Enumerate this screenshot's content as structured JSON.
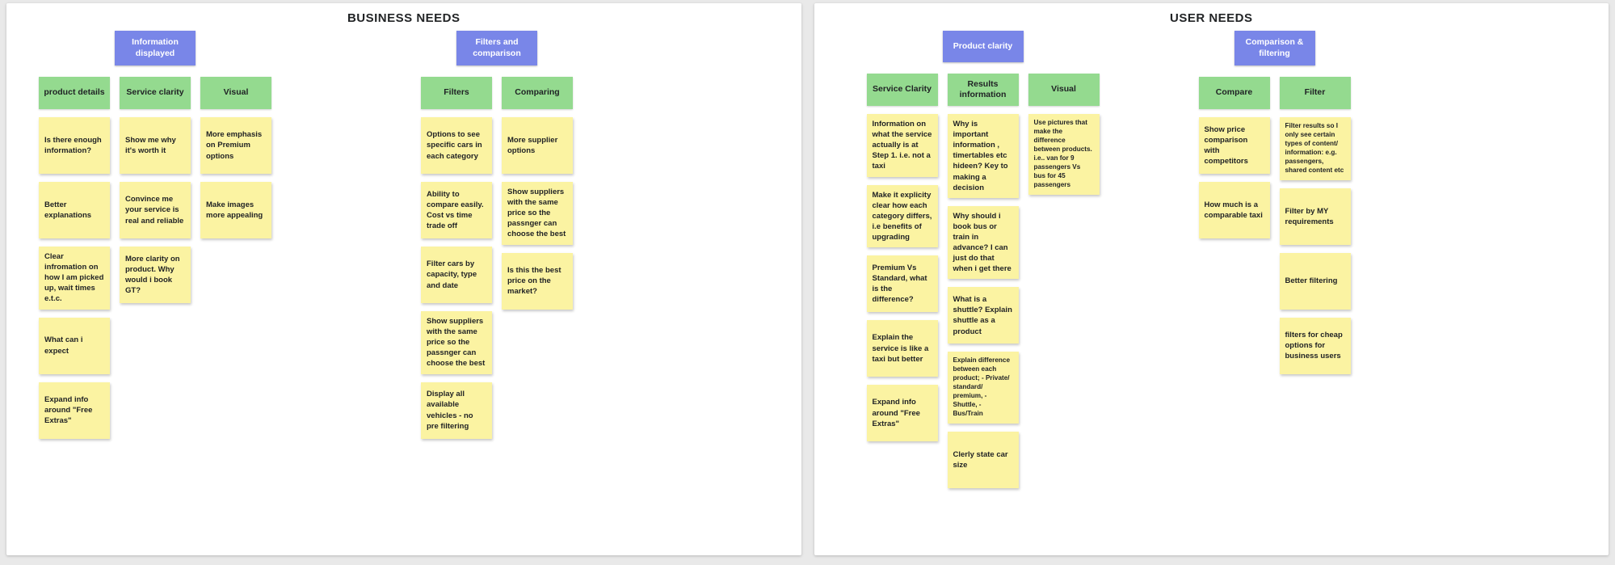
{
  "board": {
    "background_color": "#e9e9e9",
    "category_color": "#7986e8",
    "subcategory_color": "#94da8f",
    "note_color": "#fbf3a2"
  },
  "panels": [
    {
      "title": "BUSINESS NEEDS",
      "clusters": [
        {
          "category": "Information displayed",
          "columns": [
            {
              "subcategory": "product details",
              "notes": [
                "Is there enough information?",
                "Better explanations",
                "Clear infromation on how I am picked up, wait times e.t.c.",
                "What can i expect",
                "Expand info around \"Free Extras\""
              ]
            },
            {
              "subcategory": "Service clarity",
              "notes": [
                "Show me why it's worth it",
                "Convince me your service is real and reliable",
                "More clarity on product. Why would i book GT?"
              ]
            },
            {
              "subcategory": "Visual",
              "notes": [
                "More emphasis on Premium options",
                "Make images more appealing"
              ]
            }
          ]
        },
        {
          "category": "Filters and comparison",
          "columns": [
            {
              "subcategory": "Filters",
              "notes": [
                "Options to see specific cars in each category",
                "Ability to compare easily. Cost vs time trade off",
                "Filter cars by capacity, type and date",
                "Show suppliers with the same price so the passnger can choose the best",
                "Display all available vehicles - no pre filtering"
              ]
            },
            {
              "subcategory": "Comparing",
              "notes": [
                "More supplier options",
                "Show suppliers with the same price so the passnger can choose the best",
                "Is this the best price on the market?"
              ]
            }
          ]
        }
      ]
    },
    {
      "title": "USER NEEDS",
      "clusters": [
        {
          "category": "Product clarity",
          "columns": [
            {
              "subcategory": "Service Clarity",
              "notes": [
                "Information on what the service actually is at Step 1. i.e. not a taxi",
                "Make it explicity clear how each category differs, i.e benefits of upgrading",
                "Premium Vs Standard, what is the difference?",
                "Explain the service is like a taxi but better",
                "Expand info around \"Free Extras\""
              ]
            },
            {
              "subcategory": "Results information",
              "notes": [
                "Why is important information , timertables etc hideen? Key to making a decision",
                "Why should i book bus or train in advance? I can just do that when i get there",
                "What is a shuttle? Explain shuttle as a product",
                "Explain difference between each product; - Private/ standard/ premium, - Shuttle, - Bus/Train",
                "Clerly state car size"
              ]
            },
            {
              "subcategory": "Visual",
              "notes": [
                "Use pictures that make the difference between products. i.e.. van for 9 passengers Vs  bus for 45 passengers"
              ]
            }
          ]
        },
        {
          "category": "Comparison & filtering",
          "columns": [
            {
              "subcategory": "Compare",
              "notes": [
                "Show price comparison with competitors",
                "How much is a comparable taxi"
              ]
            },
            {
              "subcategory": "Filter",
              "notes": [
                "Filter results so I only see certain types of content/ information: e.g. passengers, shared content etc",
                "Filter by MY requirements",
                "Better filtering",
                "filters for cheap options for business users"
              ]
            }
          ]
        }
      ]
    }
  ]
}
